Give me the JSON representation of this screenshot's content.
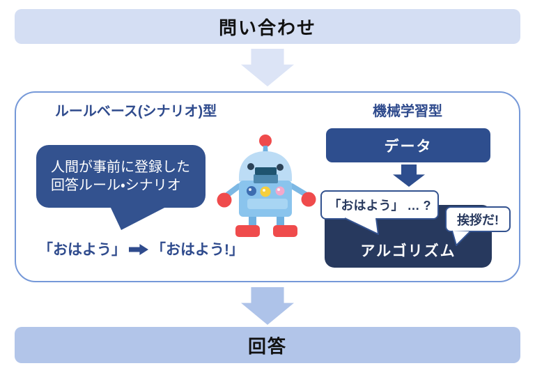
{
  "flow": {
    "top_banner": "問い合わせ",
    "bottom_banner": "回答"
  },
  "comparison": {
    "rule_based": {
      "heading": "ルールベース(シナリオ)型",
      "bubble_line1": "人間が事前に登録した",
      "bubble_line2": "回答ルール・シナリオ",
      "example_input": "「おはよう」",
      "example_output": "「おはよう!」"
    },
    "machine_learning": {
      "heading": "機械学習型",
      "data_box": "データ",
      "algorithm_box": "アルゴリズム",
      "question_bubble": "「おはよう」 … ?",
      "answer_bubble": "挨拶だ!"
    }
  },
  "icons": {
    "down_arrow_light": "down-arrow-icon",
    "down_arrow_dark": "down-arrow-icon",
    "right_arrow": "right-arrow-icon",
    "robot": "robot-illustration"
  },
  "colors": {
    "banner_top_bg": "#d4def3",
    "banner_bottom_bg": "#b2c5e9",
    "arrow_top": "#dce4f6",
    "arrow_bottom": "#aec3e9",
    "container_border": "#7598d8",
    "heading_text": "#2f4b8d",
    "dark_bubble_bg": "#33528f",
    "data_box_bg": "#2e4e8e",
    "algorithm_box_bg": "#27395e",
    "white_bubble_border": "#33528f",
    "bubble_text": "#28395e"
  }
}
